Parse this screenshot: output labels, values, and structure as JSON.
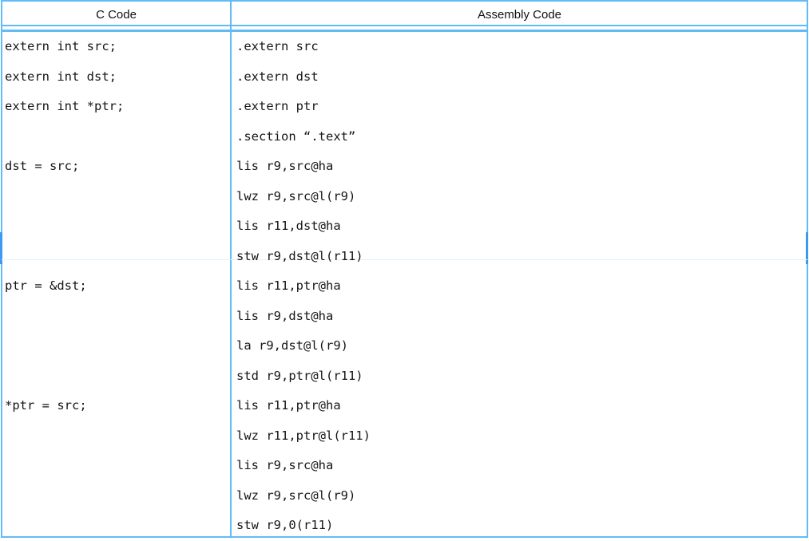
{
  "table": {
    "headers": {
      "c_code": "C Code",
      "assembly_code": "Assembly Code"
    },
    "colors": {
      "border": "#62bbf7",
      "border_accent": "#3c9bf0",
      "row_separator": "#e3f1fd",
      "background": "#ffffff",
      "text": "#161616",
      "header_text": "#111111"
    },
    "rows": [
      {
        "c_code": [
          "extern int src;",
          "extern int dst;",
          "extern int *ptr;",
          "",
          "dst = src;",
          "",
          "",
          ""
        ],
        "assembly_code": [
          ".extern src",
          ".extern dst",
          ".extern ptr",
          ".section “.text”",
          "lis r9,src@ha",
          "lwz r9,src@l(r9)",
          "lis r11,dst@ha",
          "stw r9,dst@l(r11)"
        ]
      },
      {
        "c_code": [
          "ptr = &dst;",
          "",
          "",
          "",
          "*ptr = src;",
          "",
          "",
          "",
          ""
        ],
        "assembly_code": [
          "lis r11,ptr@ha",
          "lis r9,dst@ha",
          "la r9,dst@l(r9)",
          "std r9,ptr@l(r11)",
          "lis r11,ptr@ha",
          "lwz r11,ptr@l(r11)",
          "lis r9,src@ha",
          "lwz r9,src@l(r9)",
          "stw r9,0(r11)"
        ]
      }
    ]
  }
}
